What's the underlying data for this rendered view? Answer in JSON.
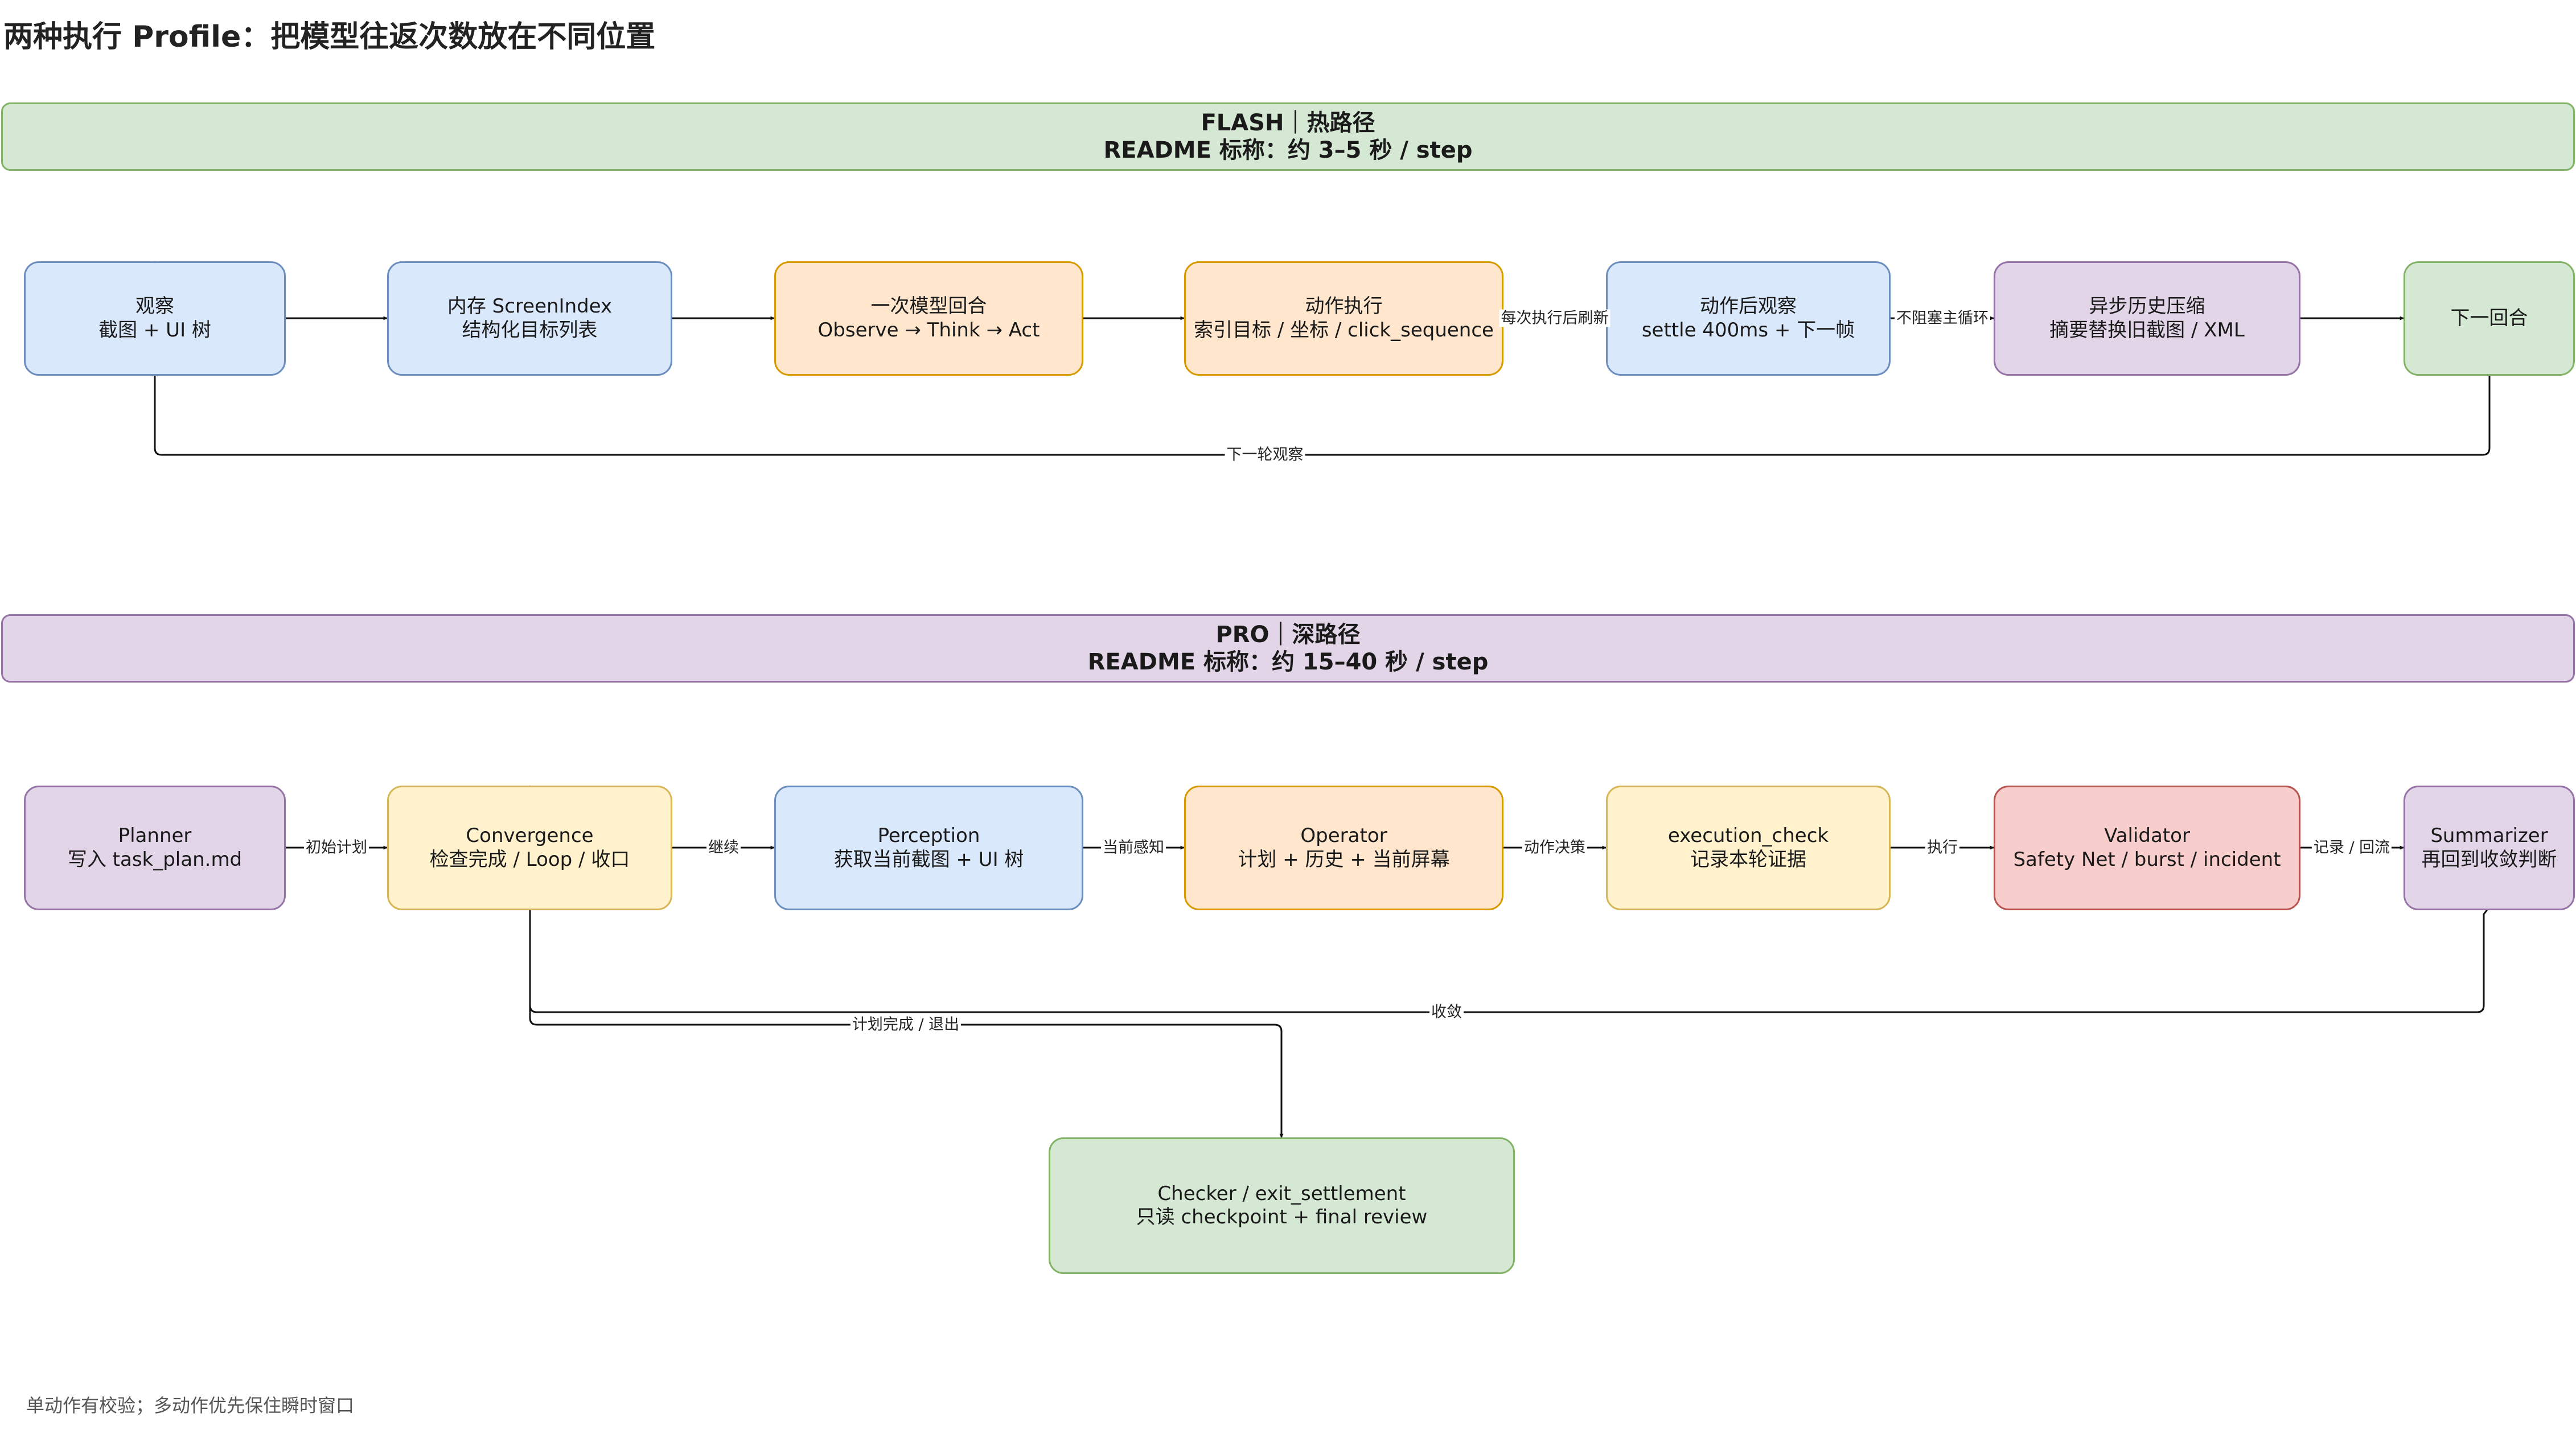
{
  "title": "两种执行 Profile：把模型往返次数放在不同位置",
  "flash": {
    "banner": {
      "line1": "FLASH｜热路径",
      "line2": "README 标称：约 3–5 秒 / step"
    },
    "nodes": {
      "observe": [
        "观察",
        "截图 + UI 树"
      ],
      "screen_index": [
        "内存 ScreenIndex",
        "结构化目标列表"
      ],
      "model_round": [
        "一次模型回合",
        "Observe → Think → Act"
      ],
      "action_exec": [
        "动作执行",
        "索引目标 / 坐标 / click_sequence"
      ],
      "post_observe": [
        "动作后观察",
        "settle 400ms + 下一帧"
      ],
      "history_compress": [
        "异步历史压缩",
        "摘要替换旧截图 / XML"
      ],
      "next_round": [
        "下一回合"
      ]
    },
    "edges": {
      "refresh": "每次执行后刷新",
      "nonblocking": "不阻塞主循环",
      "next_observe": "下一轮观察"
    }
  },
  "pro": {
    "banner": {
      "line1": "PRO｜深路径",
      "line2": "README 标称：约 15–40 秒 / step"
    },
    "nodes": {
      "planner": [
        "Planner",
        "写入 task_plan.md"
      ],
      "convergence": [
        "Convergence",
        "检查完成 / Loop / 收口"
      ],
      "perception": [
        "Perception",
        "获取当前截图 + UI 树"
      ],
      "operator": [
        "Operator",
        "计划 + 历史 + 当前屏幕"
      ],
      "execution_check": [
        "execution_check",
        "记录本轮证据"
      ],
      "validator": [
        "Validator",
        "Safety Net / burst / incident"
      ],
      "summarizer": [
        "Summarizer",
        "再回到收敛判断"
      ],
      "checker": [
        "Checker / exit_settlement",
        "只读 checkpoint + final review"
      ]
    },
    "edges": {
      "initial_plan": "初始计划",
      "continue": "继续",
      "current_perception": "当前感知",
      "action_decision": "动作决策",
      "execute": "执行",
      "record_backflow": "记录 / 回流",
      "converge": "收敛",
      "plan_done_exit": "计划完成 / 退出"
    }
  },
  "footer": "单动作有校验；多动作优先保住瞬时窗口"
}
